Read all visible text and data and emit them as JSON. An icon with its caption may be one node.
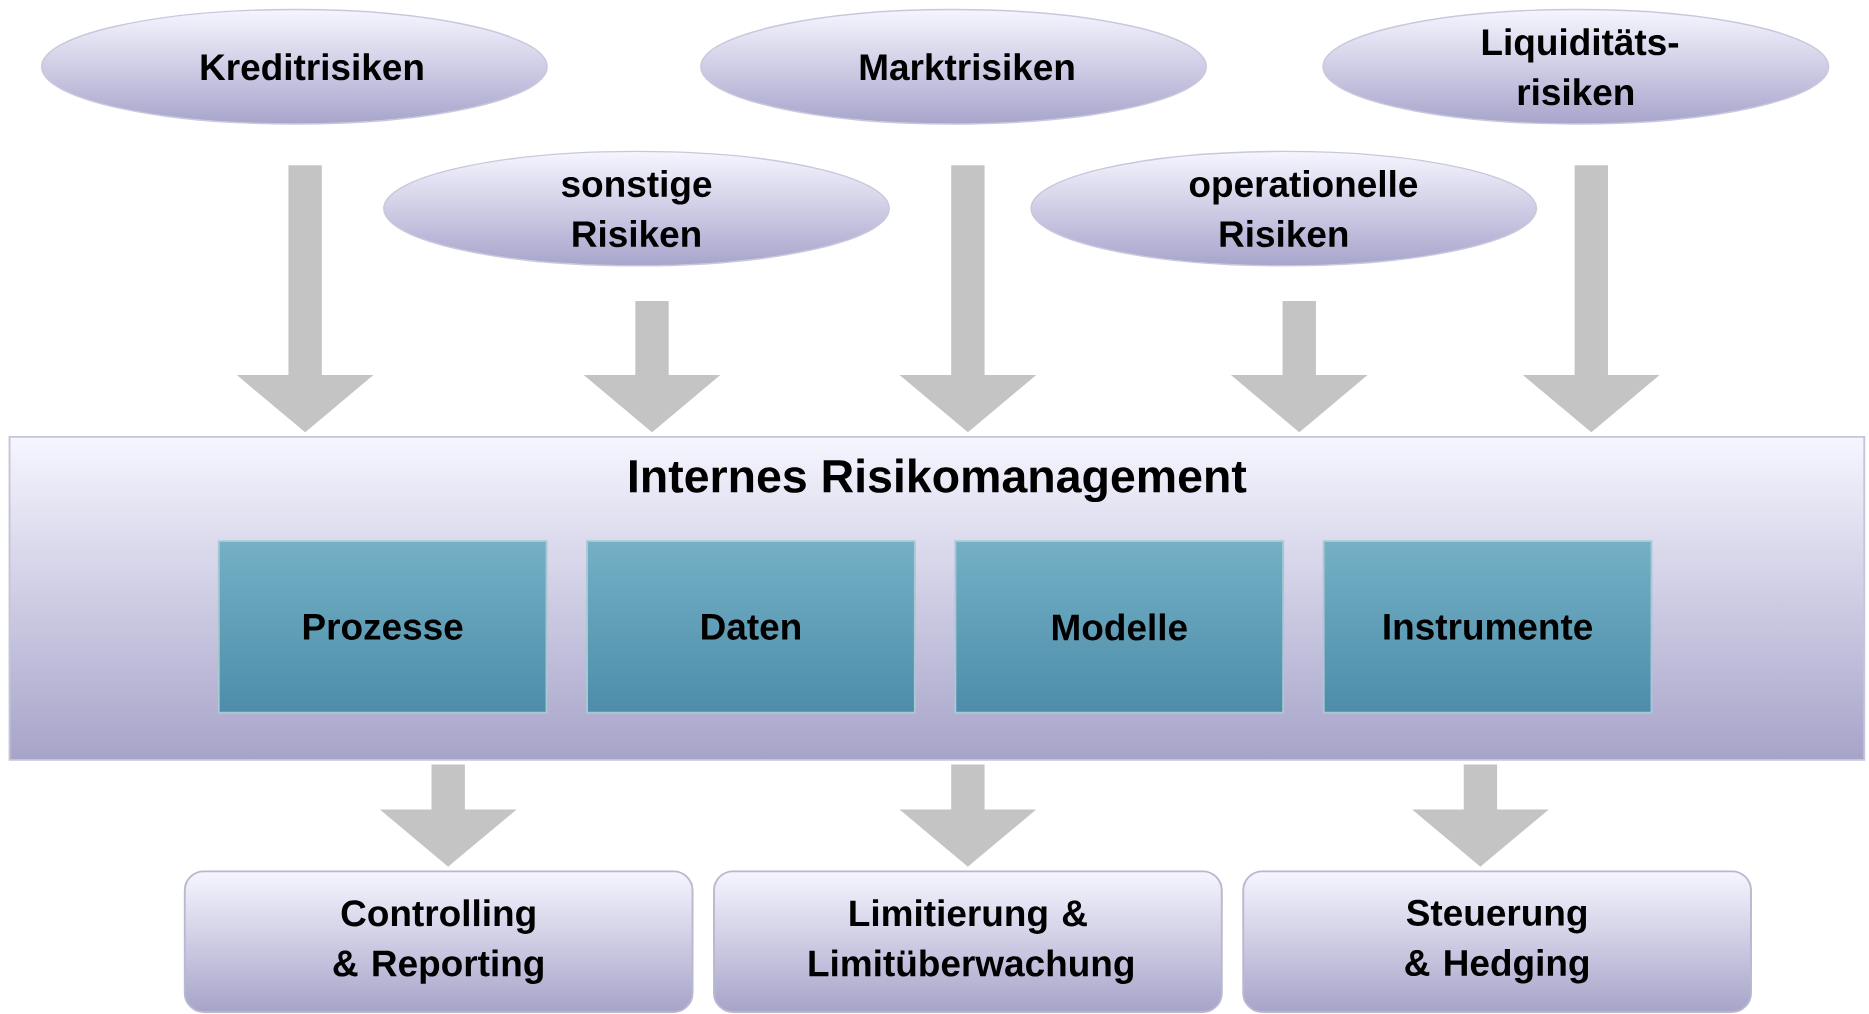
{
  "diagram": {
    "nodes": [
      {
        "text": [
          "Kreditrisiken"
        ]
      },
      {
        "text": [
          "Marktrisiken"
        ]
      },
      {
        "text": [
          "Liquiditäts- risiken"
        ]
      },
      {
        "text": [
          "sonstige Risiken"
        ]
      },
      {
        "text": [
          "operationelle Risiken"
        ]
      },
      {
        "text": [
          "Internes Risikomanagement"
        ]
      },
      {
        "text": [
          "Prozesse"
        ],
        "in": 5
      },
      {
        "text": [
          "Daten"
        ],
        "in": 5
      },
      {
        "text": [
          "Modelle"
        ],
        "in": 5
      },
      {
        "text": [
          "Instrumente"
        ],
        "in": 5
      },
      {
        "text": [
          "Controlling & Reporting"
        ]
      },
      {
        "text": [
          "Limitierung & Limitüberwachung"
        ]
      },
      {
        "text": [
          "Steuerung & Hedging"
        ]
      }
    ],
    "edges": [
      {
        "from": 0,
        "to": 5,
        "arrow": "to"
      },
      {
        "from": 3,
        "to": 5,
        "arrow": "to"
      },
      {
        "from": 1,
        "to": 5,
        "arrow": "to"
      },
      {
        "from": 4,
        "to": 5,
        "arrow": "to"
      },
      {
        "from": 2,
        "to": 5,
        "arrow": "to"
      },
      {
        "from": 5,
        "to": 10,
        "arrow": "to"
      },
      {
        "from": 5,
        "to": 11,
        "arrow": "to"
      },
      {
        "from": 5,
        "to": 12,
        "arrow": "to"
      }
    ]
  }
}
